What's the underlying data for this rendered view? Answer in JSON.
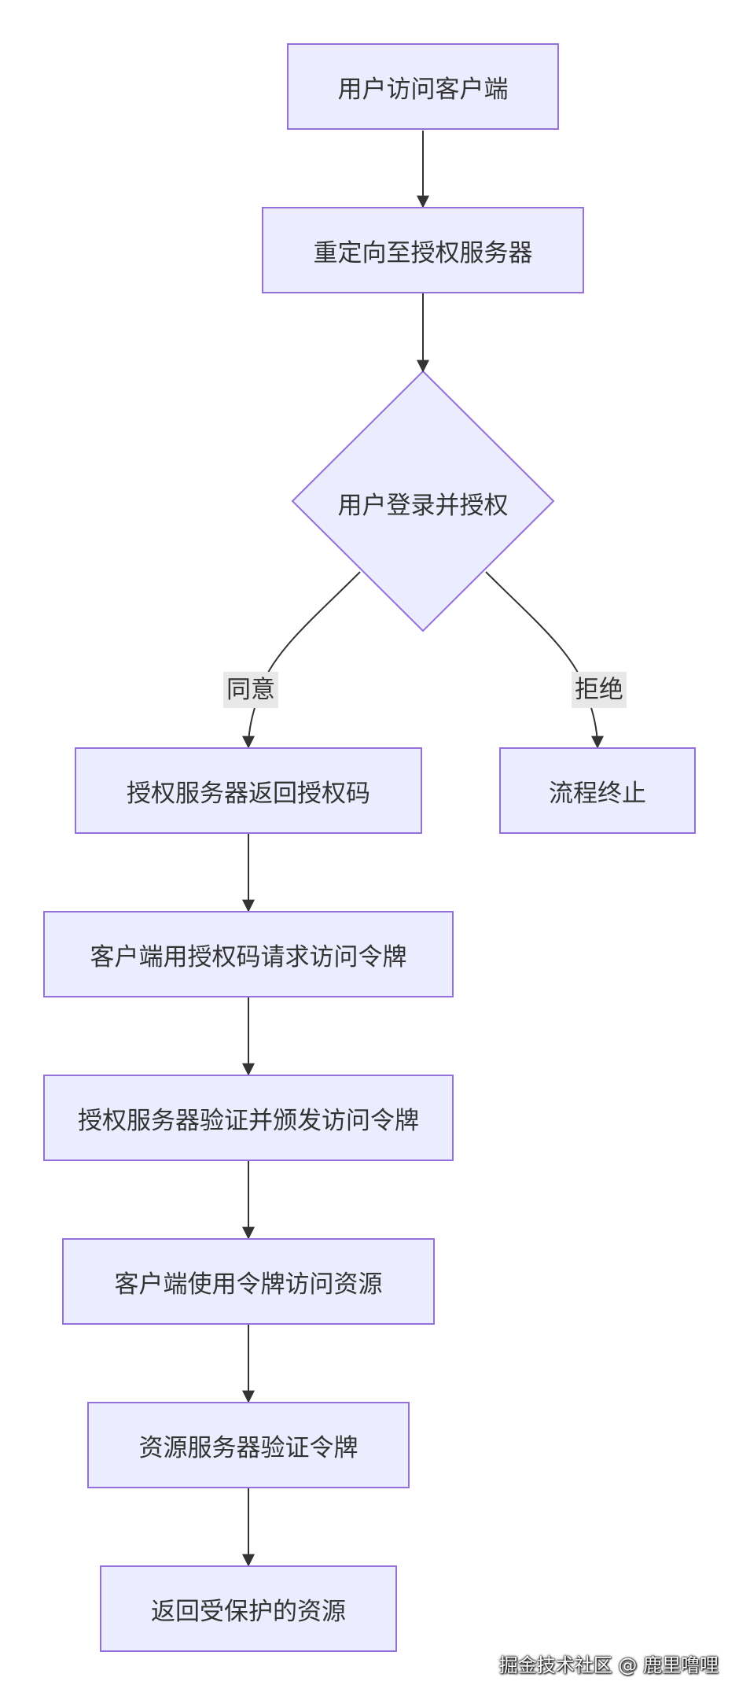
{
  "nodes": {
    "n1": "用户访问客户端",
    "n2": "重定向至授权服务器",
    "n3": "用户登录并授权",
    "n4": "授权服务器返回授权码",
    "n5": "流程终止",
    "n6": "客户端用授权码请求访问令牌",
    "n7": "授权服务器验证并颁发访问令牌",
    "n8": "客户端使用令牌访问资源",
    "n9": "资源服务器验证令牌",
    "n10": "返回受保护的资源"
  },
  "edges": {
    "agree": "同意",
    "reject": "拒绝"
  },
  "watermark": "掘金技术社区 @ 鹿里噜哩",
  "colors": {
    "node_fill": "#ECECFF",
    "node_stroke": "#9370DB",
    "edge": "#333333",
    "edge_label_bg": "#E8E8E8"
  }
}
